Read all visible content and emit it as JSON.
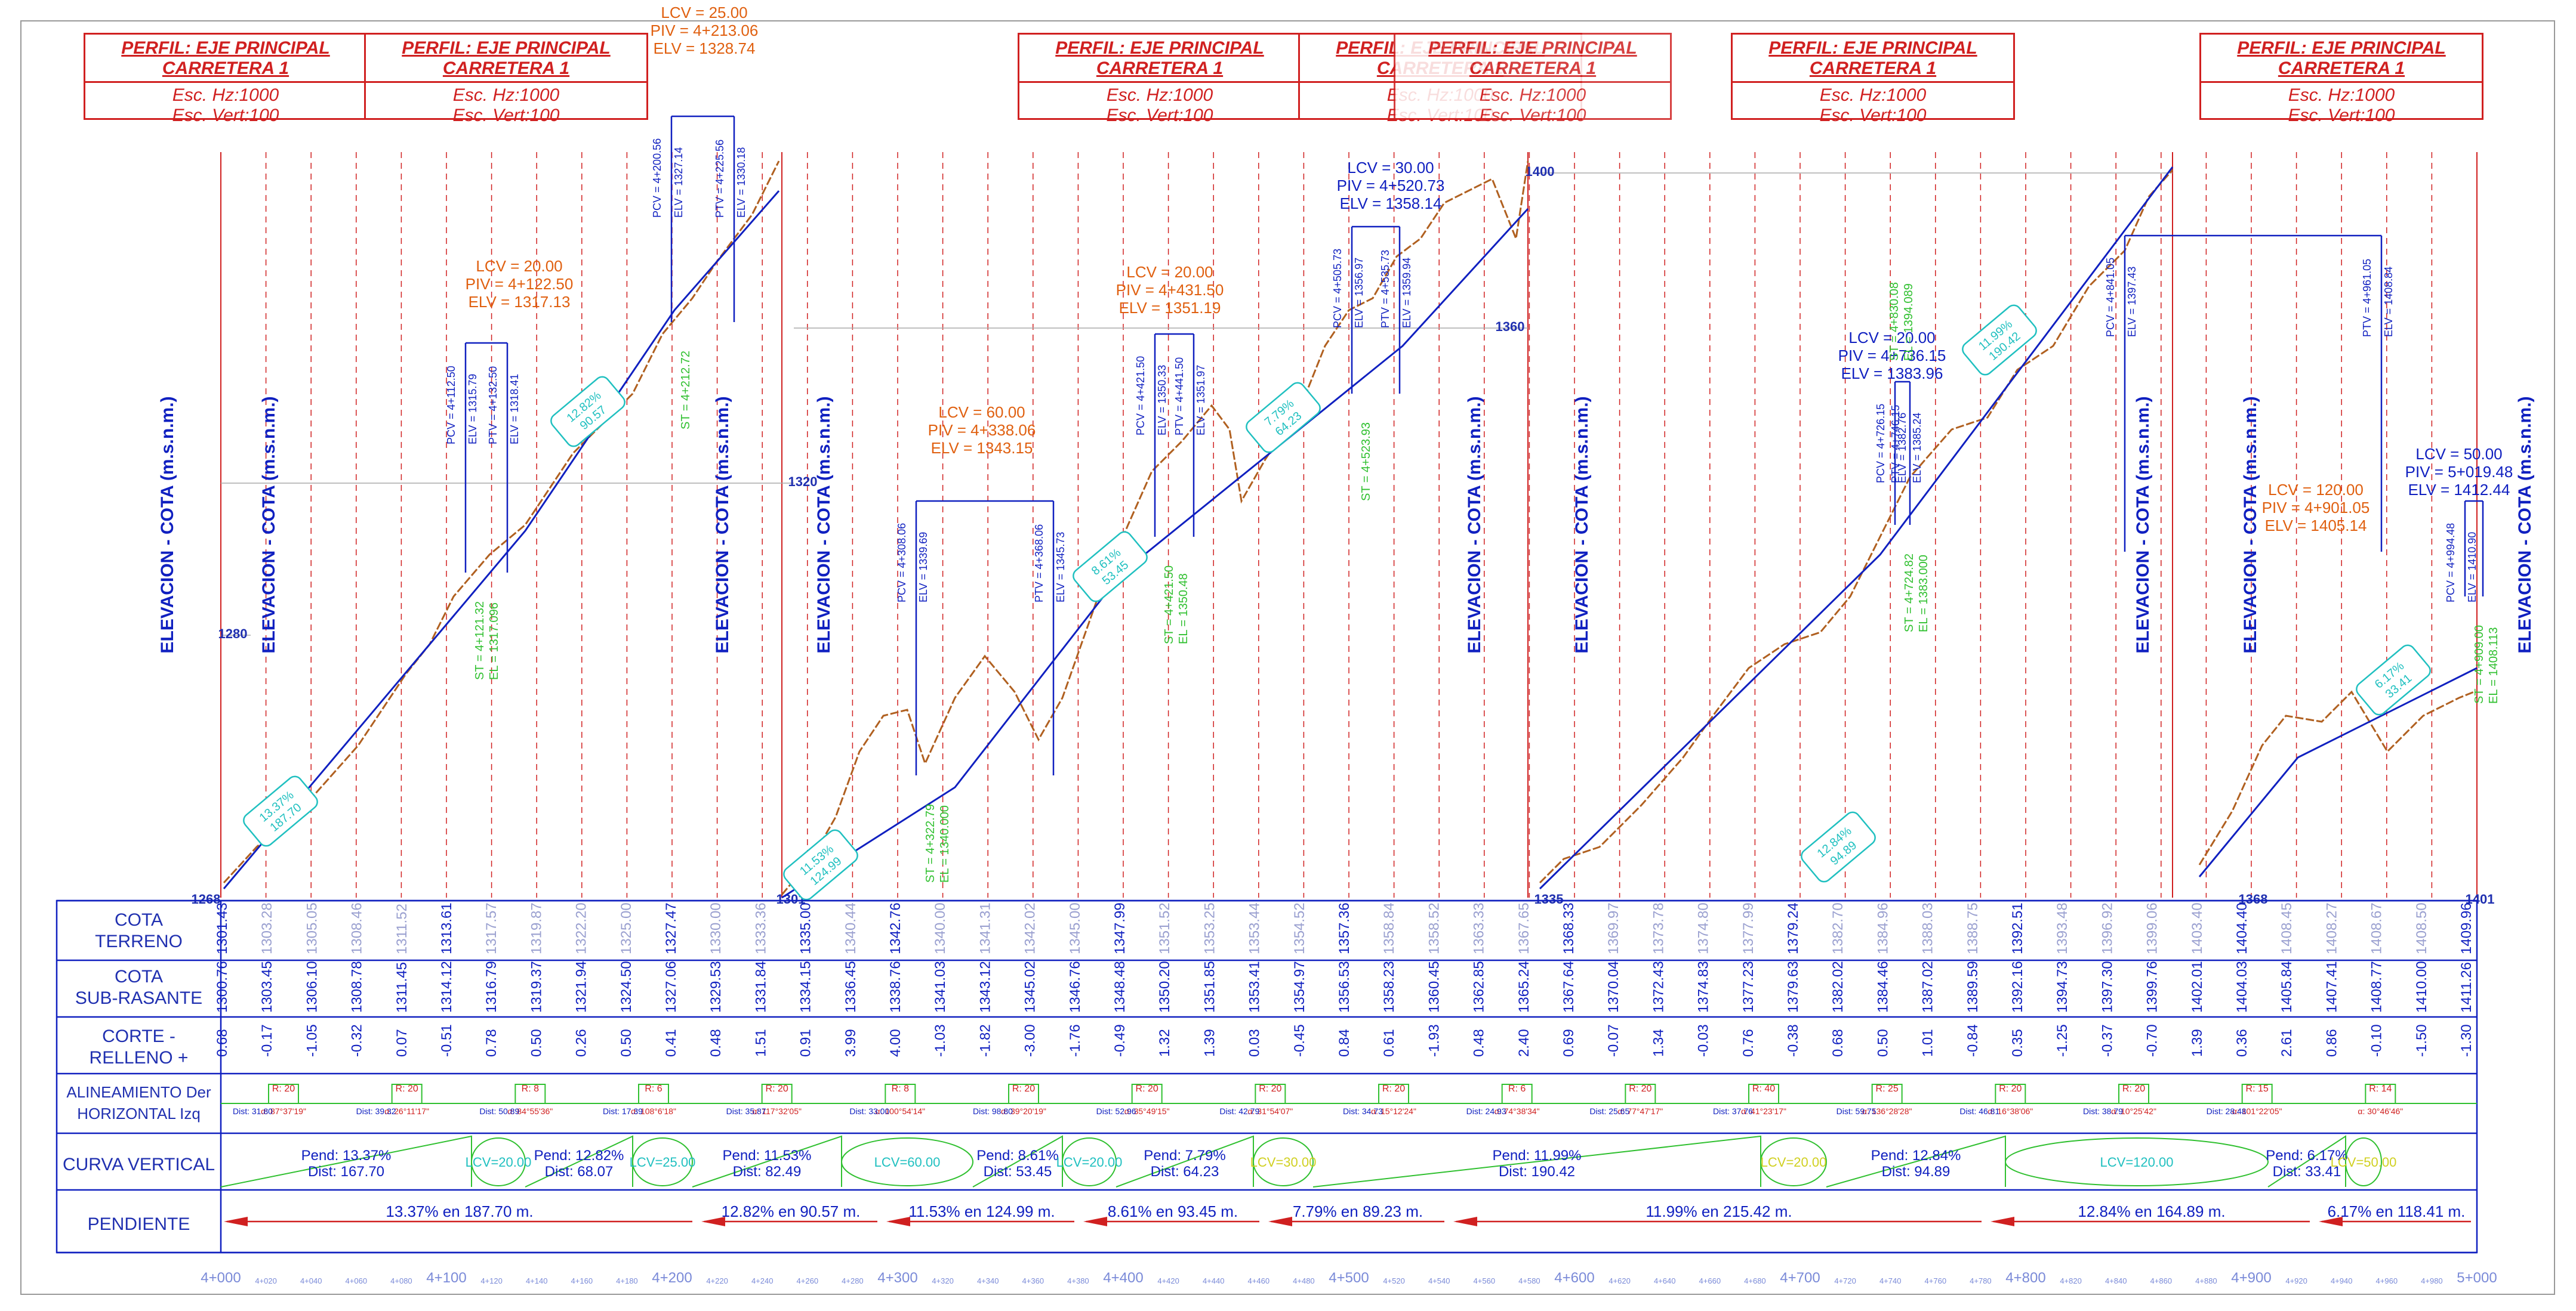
{
  "title_boxes": [
    {
      "line1": "PERFIL: EJE PRINCIPAL CARRETERA 1",
      "line2": "Esc. Hz:1000",
      "line3": "Esc. Vert:100"
    },
    {
      "line1": "PERFIL: EJE PRINCIPAL CARRETERA 1",
      "line2": "Esc. Hz:1000",
      "line3": "Esc. Vert:100"
    },
    {
      "line1": "PERFIL: EJE PRINCIPAL CARRETERA 1",
      "line2": "Esc. Hz:1000",
      "line3": "Esc. Vert:100"
    },
    {
      "line1": "PERFIL: EJE PRINCIPAL CARRETERA 1",
      "line2": "Esc. Hz:1000",
      "line3": "Esc. Vert:100"
    },
    {
      "line1": "PERFIL: EJE PRINCIPAL CARRETERA 1",
      "line2": "Esc. Hz:1000",
      "line3": "Esc. Vert:100"
    },
    {
      "line1": "PERFIL: EJE PRINCIPAL CARRETERA 1",
      "line2": "Esc. Hz:1000",
      "line3": "Esc. Vert:100"
    },
    {
      "line1": "PERFIL: EJE PRINCIPAL CARRETERA 1",
      "line2": "Esc. Hz:1000",
      "line3": "Esc. Vert:100"
    }
  ],
  "axis_title": "ELEVACION - COTA (m.s.n.m.)",
  "elevation_labels": [
    "1280",
    "1320",
    "1360",
    "1400",
    "1268",
    "1301",
    "1335",
    "1368",
    "1401"
  ],
  "row_labels": {
    "cota_terreno": [
      "COTA",
      "TERRENO"
    ],
    "cota_subrasante": [
      "COTA",
      "SUB-RASANTE"
    ],
    "corte_relleno": [
      "CORTE  -",
      "RELLENO  +"
    ],
    "alineamiento": [
      "ALINEAMIENTO Der",
      "HORIZONTAL    Izq"
    ],
    "curva_vertical": [
      "CURVA VERTICAL"
    ],
    "pendiente": [
      "PENDIENTE"
    ]
  },
  "stations": [
    "4+000",
    "4+100",
    "4+200",
    "4+300",
    "4+400",
    "4+500",
    "4+600",
    "4+700",
    "4+800",
    "4+900",
    "5+000"
  ],
  "minor_stations": [
    "4+020",
    "4+040",
    "4+060",
    "4+080",
    "4+120",
    "4+140",
    "4+160",
    "4+180",
    "4+220",
    "4+240",
    "4+260",
    "4+280",
    "4+320",
    "4+340",
    "4+360",
    "4+380",
    "4+420",
    "4+440",
    "4+460",
    "4+480",
    "4+520",
    "4+540",
    "4+560",
    "4+580",
    "4+620",
    "4+640",
    "4+660",
    "4+680",
    "4+720",
    "4+740",
    "4+760",
    "4+780",
    "4+820",
    "4+840",
    "4+860",
    "4+880",
    "4+920",
    "4+940",
    "4+960",
    "4+980"
  ],
  "cota_terreno": [
    "1301.43",
    "1303.28",
    "1305.05",
    "1308.46",
    "1311.52",
    "1313.61",
    "1317.57",
    "1319.87",
    "1322.20",
    "1325.00",
    "1327.47",
    "1330.00",
    "1333.36",
    "1335.00",
    "1340.44",
    "1342.76",
    "1340.00",
    "1341.31",
    "1342.02",
    "1345.00",
    "1347.99",
    "1351.52",
    "1353.25",
    "1353.44",
    "1354.52",
    "1357.36",
    "1358.84",
    "1358.52",
    "1363.33",
    "1367.65",
    "1368.33",
    "1369.97",
    "1373.78",
    "1374.80",
    "1377.99",
    "1379.24",
    "1382.70",
    "1384.96",
    "1388.03",
    "1388.75",
    "1392.51",
    "1393.48",
    "1396.92",
    "1399.06",
    "1403.40",
    "1404.40",
    "1408.45",
    "1408.27",
    "1408.67",
    "1408.50",
    "1409.96"
  ],
  "cota_subrasante": [
    "1300.76",
    "1303.45",
    "1306.10",
    "1308.78",
    "1311.45",
    "1314.12",
    "1316.79",
    "1319.37",
    "1321.94",
    "1324.50",
    "1327.06",
    "1329.53",
    "1331.84",
    "1334.15",
    "1336.45",
    "1338.76",
    "1341.03",
    "1343.12",
    "1345.02",
    "1346.76",
    "1348.48",
    "1350.20",
    "1351.85",
    "1353.41",
    "1354.97",
    "1356.53",
    "1358.23",
    "1360.45",
    "1362.85",
    "1365.24",
    "1367.64",
    "1370.04",
    "1372.43",
    "1374.83",
    "1377.23",
    "1379.63",
    "1382.02",
    "1384.46",
    "1387.02",
    "1389.59",
    "1392.16",
    "1394.73",
    "1397.30",
    "1399.76",
    "1402.01",
    "1404.03",
    "1405.84",
    "1407.41",
    "1408.77",
    "1410.00",
    "1411.26"
  ],
  "corte_relleno": [
    "0.68",
    "-0.17",
    "-1.05",
    "-0.32",
    "0.07",
    "-0.51",
    "0.78",
    "0.50",
    "0.26",
    "0.50",
    "0.41",
    "0.48",
    "1.51",
    "0.91",
    "3.99",
    "4.00",
    "-1.03",
    "-1.82",
    "-3.00",
    "-1.76",
    "-0.49",
    "1.32",
    "1.39",
    "0.03",
    "-0.45",
    "0.84",
    "0.61",
    "-1.93",
    "0.48",
    "2.40",
    "0.69",
    "-0.07",
    "1.34",
    "-0.03",
    "0.76",
    "-0.38",
    "0.68",
    "0.50",
    "1.01",
    "-0.84",
    "0.35",
    "-1.25",
    "-0.37",
    "-0.70",
    "1.39",
    "0.36",
    "2.61",
    "0.86",
    "-0.10",
    "-1.50",
    "-1.30"
  ],
  "curva_vertical": [
    {
      "pend": "Pend: 13.37%",
      "dist": "Dist: 167.70"
    },
    {
      "lcv": "LCV=20.00"
    },
    {
      "pend": "Pend: 12.82%",
      "dist": "Dist: 68.07"
    },
    {
      "lcv": "LCV=25.00"
    },
    {
      "pend": "Pend: 11.53%",
      "dist": "Dist: 82.49"
    },
    {
      "lcv": "LCV=60.00"
    },
    {
      "pend": "Pend: 8.61%",
      "dist": "Dist: 53.45"
    },
    {
      "lcv": "LCV=20.00"
    },
    {
      "pend": "Pend: 7.79%",
      "dist": "Dist: 64.23"
    },
    {
      "lcv": "LCV=30.00"
    },
    {
      "pend": "Pend: 11.99%",
      "dist": "Dist: 190.42"
    },
    {
      "lcv": "LCV=20.00"
    },
    {
      "pend": "Pend: 12.84%",
      "dist": "Dist: 94.89"
    },
    {
      "lcv": "LCV=120.00"
    },
    {
      "pend": "Pend: 6.17%",
      "dist": "Dist: 33.41"
    },
    {
      "lcv": "LCV=50.00"
    }
  ],
  "pendiente": [
    "13.37% en 187.70 m.",
    "12.82% en 90.57 m.",
    "11.53% en 124.99 m.",
    "8.61% en 93.45 m.",
    "7.79% en 89.23 m.",
    "11.99% en 215.42 m.",
    "12.84% en 164.89 m.",
    "6.17% en 118.41 m."
  ],
  "alineamiento": [
    {
      "r": "R: 20",
      "a": "α: 87°37'19\"",
      "dist": "Dist: 31.80"
    },
    {
      "r": "R: 20",
      "a": "α: 26°11'17\"",
      "dist": "Dist: 39.32"
    },
    {
      "r": "R: 8",
      "a": "α: 84°55'36\"",
      "dist": "Dist: 50.89"
    },
    {
      "r": "R: 6",
      "a": "α: 108°6'18\"",
      "dist": "Dist: 17.39"
    },
    {
      "r": "R: 20",
      "a": "α: 117°32'05\"",
      "dist": "Dist: 35.87"
    },
    {
      "r": "R: 8",
      "a": "α: 100°54'14\"",
      "dist": "Dist: 33.00"
    },
    {
      "r": "R: 20",
      "a": "α: 39°20'19\"",
      "dist": "Dist: 98.80"
    },
    {
      "r": "R: 20",
      "a": "α: 35°49'15\"",
      "dist": "Dist: 52.96"
    },
    {
      "r": "R: 20",
      "a": "α: 31°54'07\"",
      "dist": "Dist: 42.79"
    },
    {
      "r": "R: 20",
      "a": "α: 15°12'24\"",
      "dist": "Dist: 34.73"
    },
    {
      "r": "R: 6",
      "a": "α: 74°38'34\"",
      "dist": "Dist: 24.93"
    },
    {
      "r": "R: 20",
      "a": "α: 77°47'17\"",
      "dist": "Dist: 25.65"
    },
    {
      "r": "R: 40",
      "a": "α: 41°23'17\"",
      "dist": "Dist: 37.76"
    },
    {
      "r": "R: 25",
      "a": "α: 136°28'28\"",
      "dist": "Dist: 59.75"
    },
    {
      "r": "R: 20",
      "a": "α: 16°38'06\"",
      "dist": "Dist: 46.81"
    },
    {
      "r": "R: 20",
      "a": "α: 10°25'42\"",
      "dist": "Dist: 38.79"
    },
    {
      "r": "R: 15",
      "a": "α: 101°22'05\"",
      "dist": "Dist: 28.48"
    },
    {
      "r": "R: 14",
      "a": "α: 30°46'46\"",
      "dist": ""
    }
  ],
  "curves": [
    {
      "lcv": "LCV = 20.00",
      "piv": "PIV = 4+122.50",
      "elv": "ELV = 1317.13",
      "pcv": "PCV = 4+112.50",
      "pcv_elv": "ELV = 1315.79",
      "ptv": "PTV = 4+132.50",
      "ptv_elv": "ELV = 1318.41",
      "green": "ST = 4+121.32",
      "green2": "EL = 1317.096"
    },
    {
      "lcv": "LCV = 25.00",
      "piv": "PIV = 4+213.06",
      "elv": "ELV = 1328.74",
      "pcv": "PCV = 4+200.56",
      "pcv_elv": "ELV = 1327.14",
      "ptv": "PTV = 4+225.56",
      "ptv_elv": "ELV = 1330.18",
      "green": "ST = 4+212.72",
      "green2": ""
    },
    {
      "lcv": "LCV = 60.00",
      "piv": "PIV = 4+338.06",
      "elv": "ELV = 1343.15",
      "pcv": "PCV = 4+308.06",
      "pcv_elv": "ELV = 1339.69",
      "ptv": "PTV = 4+368.06",
      "ptv_elv": "ELV = 1345.73",
      "green": "ST = 4+322.79",
      "green2": "EL = 1340.000"
    },
    {
      "lcv": "LCV = 20.00",
      "piv": "PIV = 4+431.50",
      "elv": "ELV = 1351.19",
      "pcv": "PCV = 4+421.50",
      "pcv_elv": "ELV = 1350.33",
      "ptv": "PTV = 4+441.50",
      "ptv_elv": "ELV = 1351.97",
      "green": "ST = 4+421.50",
      "green2": "EL = 1350.48"
    },
    {
      "lcv": "LCV = 30.00",
      "piv": "PIV = 4+520.73",
      "elv": "ELV = 1358.14",
      "pcv": "PCV = 4+505.73",
      "pcv_elv": "ELV = 1356.97",
      "ptv": "PTV = 4+535.73",
      "ptv_elv": "ELV = 1359.94",
      "green": "ST = 4+523.93",
      "green2": ""
    },
    {
      "lcv": "LCV = 20.00",
      "piv": "PIV = 4+736.15",
      "elv": "ELV = 1383.96",
      "pcv": "PCV = 4+726.15",
      "pcv_elv": "ELV = 1382.76",
      "ptv": "PTV = 4+746.15",
      "ptv_elv": "ELV = 1385.24",
      "green": "ST = 4+724.82",
      "green2": "EL = 1383.000"
    },
    {
      "lcv": "LCV = 120.00",
      "piv": "PIV = 4+901.05",
      "elv": "ELV = 1405.14",
      "pcv": "PCV = 4+841.05",
      "pcv_elv": "ELV = 1397.43",
      "ptv": "PTV = 4+961.05",
      "ptv_elv": "ELV = 1408.84",
      "green": "ST = 4+830.08",
      "green2": "EL = 1394.089"
    },
    {
      "lcv": "LCV = 50.00",
      "piv": "PIV = 5+019.48",
      "elv": "ELV = 1412.44",
      "pcv": "PCV = 4+994.48",
      "pcv_elv": "ELV = 1410.90",
      "ptv": "",
      "ptv_elv": "",
      "green": "ST = 4+909.00",
      "green2": "EL = 1408.113"
    }
  ],
  "grade_boxes": [
    "13.37%\n187.70",
    "12.82%\n90.57",
    "11.53%\n124.99",
    "8.61%\n53.45",
    "7.79%\n64.23",
    "11.99%\n190.42",
    "12.84%\n94.89",
    "6.17%\n33.41"
  ],
  "colors": {
    "red": "#d02020",
    "blue": "#1020c0",
    "green": "#30c030",
    "cyan": "#20c0c0",
    "terrain": "#b06020",
    "orange": "#e06010",
    "darkblue": "#2030b0"
  }
}
